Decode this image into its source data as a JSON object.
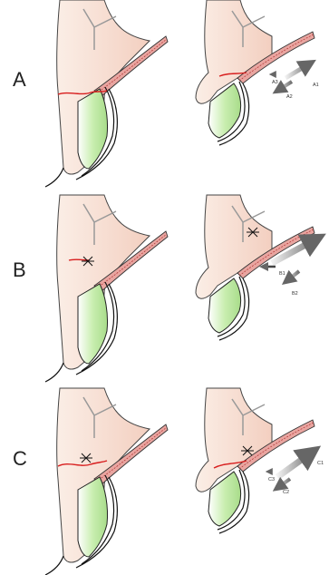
{
  "rows": [
    {
      "label": "A",
      "arrows": [
        "A1",
        "A2",
        "A3"
      ]
    },
    {
      "label": "B",
      "arrows": [
        "B1",
        "B2"
      ]
    },
    {
      "label": "C",
      "arrows": [
        "C1",
        "C2",
        "C3"
      ]
    }
  ],
  "colors": {
    "skin": "#f6d9cc",
    "bone_green": "#c9eeb0",
    "incision": "#d81e1e",
    "vessel": "#e9a5a0",
    "arrow": "#8c8c8c"
  }
}
